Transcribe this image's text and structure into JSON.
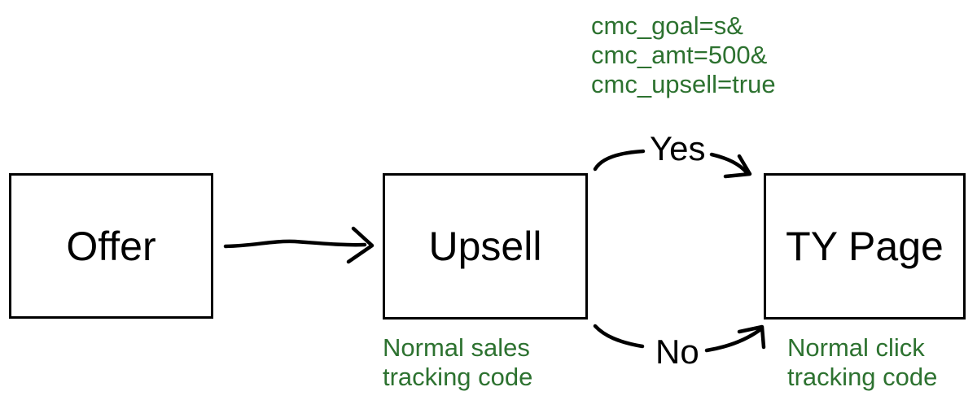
{
  "diagram": {
    "colors": {
      "annotation_green": "#2d7230",
      "line_black": "#000000"
    },
    "boxes": {
      "offer": {
        "label": "Offer"
      },
      "upsell": {
        "label": "Upsell"
      },
      "ty_page": {
        "label": "TY Page"
      }
    },
    "decision_labels": {
      "yes": "Yes",
      "no": "No"
    },
    "annotations": {
      "url_params": "cmc_goal=s&\ncmc_amt=500&\ncmc_upsell=true",
      "upsell_note": "Normal sales\ntracking code",
      "ty_note": "Normal click\ntracking code"
    }
  }
}
